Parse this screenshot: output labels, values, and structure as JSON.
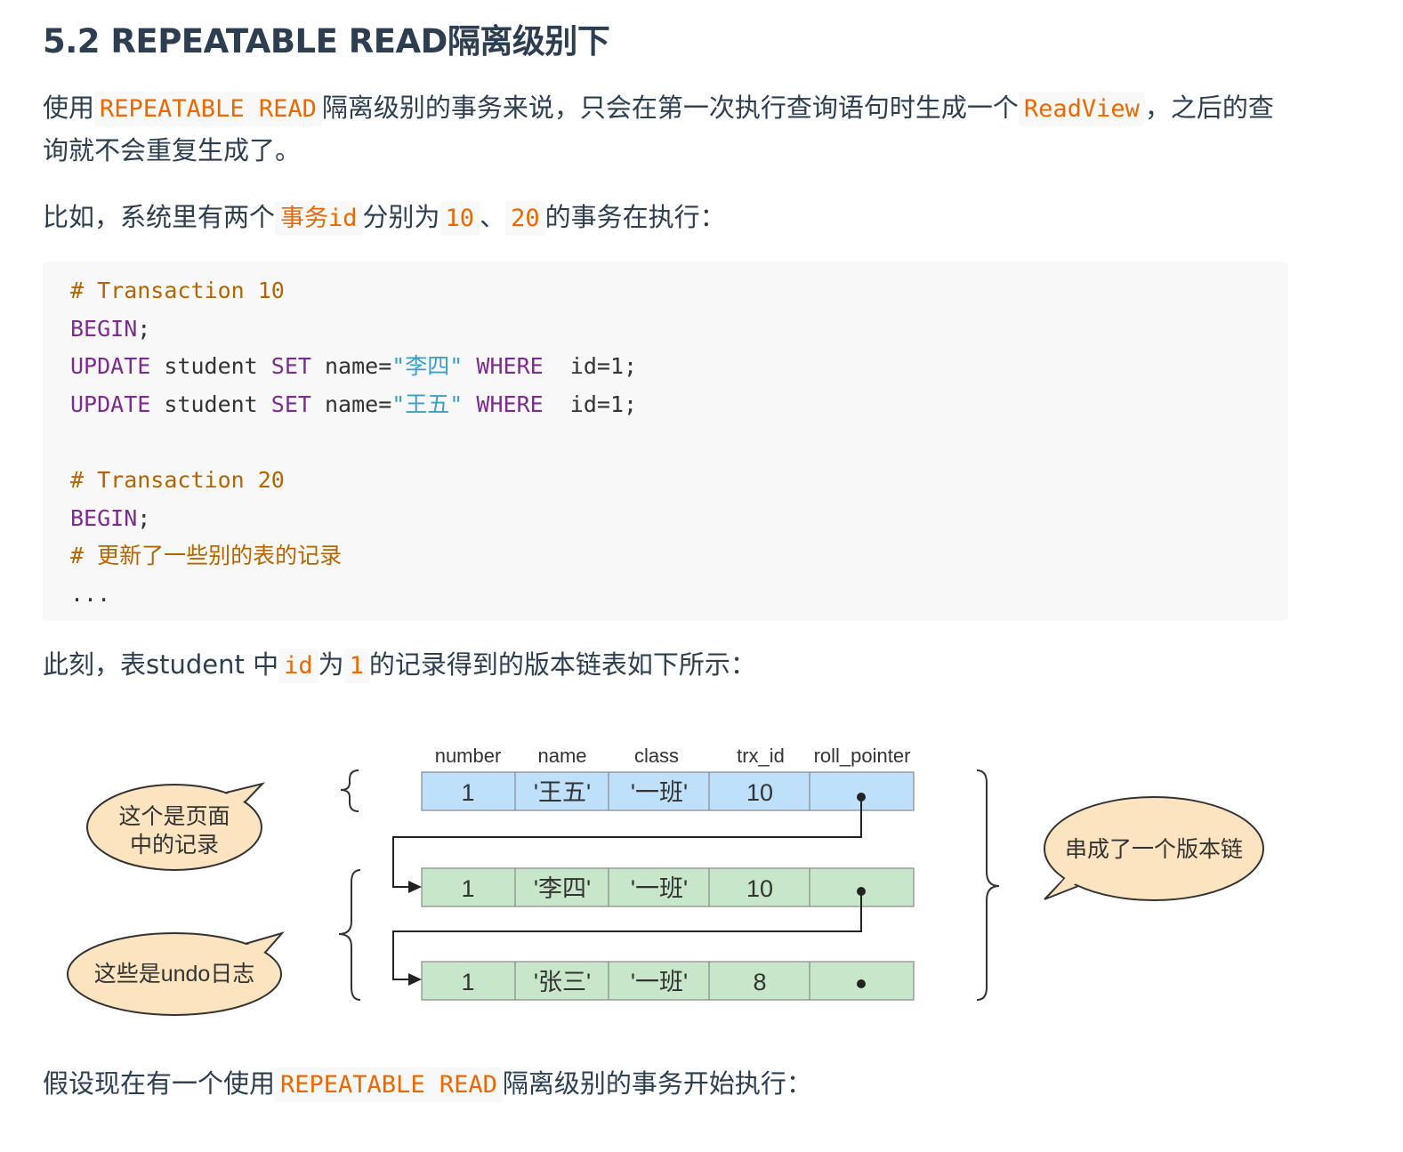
{
  "heading": "5.2 REPEATABLE READ隔离级别下",
  "para1": {
    "text1": "使用",
    "code1": "REPEATABLE READ",
    "text2": "隔离级别的事务来说，只会在第一次执行查询语句时生成一个",
    "code2": "ReadView",
    "text3": "，之后的查询就不会重复生成了。"
  },
  "para2": {
    "text1": "比如，系统里有两个",
    "code1": "事务id",
    "text2": "分别为",
    "code2": "10",
    "text3": "、",
    "code3": "20",
    "text4": "的事务在执行："
  },
  "code_block": {
    "line1": "# Transaction 10",
    "line2_kw": "BEGIN",
    "line2_rest": ";",
    "line3_kw1": "UPDATE",
    "line3_t1": " student ",
    "line3_kw2": "SET",
    "line3_t2": " name=",
    "line3_str": "\"李四\"",
    "line3_t3": " ",
    "line3_kw3": "WHERE",
    "line3_t4": "  id=1;",
    "line4_kw1": "UPDATE",
    "line4_t1": " student ",
    "line4_kw2": "SET",
    "line4_t2": " name=",
    "line4_str": "\"王五\"",
    "line4_t3": " ",
    "line4_kw3": "WHERE",
    "line4_t4": "  id=1;",
    "line6": "# Transaction 20",
    "line7_kw": "BEGIN",
    "line7_rest": ";",
    "line8": "# 更新了一些别的表的记录",
    "line9": "..."
  },
  "para3": {
    "text1": "此刻，表student 中",
    "code1": "id",
    "text2": "为",
    "code2": "1",
    "text3": "的记录得到的版本链表如下所示："
  },
  "diagram": {
    "headers": [
      "number",
      "name",
      "class",
      "trx_id",
      "roll_pointer"
    ],
    "rows": [
      {
        "number": "1",
        "name": "'王五'",
        "class": "'一班'",
        "trx_id": "10"
      },
      {
        "number": "1",
        "name": "'李四'",
        "class": "'一班'",
        "trx_id": "10"
      },
      {
        "number": "1",
        "name": "'张三'",
        "class": "'一班'",
        "trx_id": "8"
      }
    ],
    "bubble_page_line1": "这个是页面",
    "bubble_page_line2": "中的记录",
    "bubble_undo": "这些是undo日志",
    "bubble_chain": "串成了一个版本链",
    "colors": {
      "page_row": "#bfe0fa",
      "undo_row": "#c8e6c9",
      "bubble": "#fce4c0"
    }
  },
  "para4": {
    "text1": "假设现在有一个使用",
    "code1": "REPEATABLE READ",
    "text2": "隔离级别的事务开始执行："
  }
}
